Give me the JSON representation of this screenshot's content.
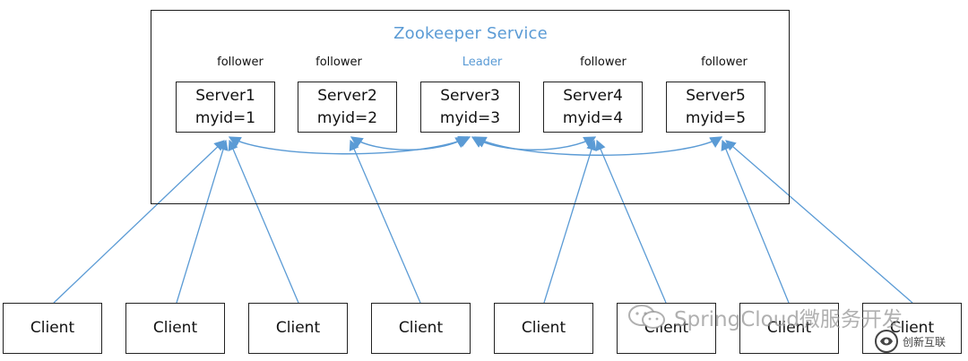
{
  "diagram": {
    "title": "Zookeeper Service",
    "servers": [
      {
        "role": "follower",
        "name": "Server1",
        "myid": "myid=1"
      },
      {
        "role": "follower",
        "name": "Server2",
        "myid": "myid=2"
      },
      {
        "role": "Leader",
        "name": "Server3",
        "myid": "myid=3"
      },
      {
        "role": "follower",
        "name": "Server4",
        "myid": "myid=4"
      },
      {
        "role": "follower",
        "name": "Server5",
        "myid": "myid=5"
      }
    ],
    "clients": [
      "Client",
      "Client",
      "Client",
      "Client",
      "Client",
      "Client",
      "Client",
      "Client"
    ],
    "colors": {
      "accent": "#5b9bd5",
      "border": "#222222"
    }
  },
  "watermark": {
    "text": "SpringCloud微服务开发",
    "icon": "wechat-icon"
  },
  "logo": {
    "text": "创新互联",
    "icon": "chuangxin-logo-icon"
  }
}
